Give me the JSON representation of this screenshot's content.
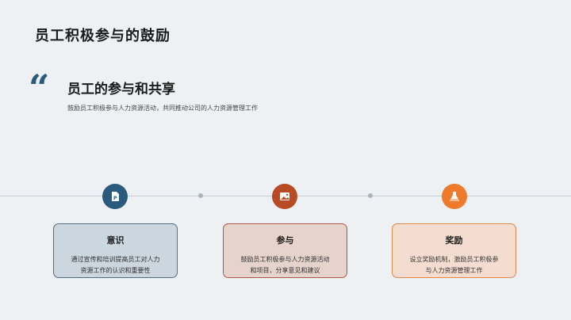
{
  "header": {
    "title": "员工积极参与的鼓励"
  },
  "intro": {
    "quote_mark": "“",
    "subtitle": "员工的参与和共享",
    "description": "鼓励员工积极参与人力资源活动，共同推动公司的人力资源管理工作"
  },
  "cards": [
    {
      "icon": "document-icon",
      "color": "#2a5a7c",
      "title": "意识",
      "text": "通过宣传和培训提高员工对人力资源工作的认识和重要性"
    },
    {
      "icon": "image-icon",
      "color": "#b84a24",
      "title": "参与",
      "text": "鼓励员工积极参与人力资源活动和项目，分享意见和建议"
    },
    {
      "icon": "flask-icon",
      "color": "#ee7a2c",
      "title": "奖励",
      "text": "设立奖励机制，激励员工积极参与人力资源管理工作"
    }
  ]
}
